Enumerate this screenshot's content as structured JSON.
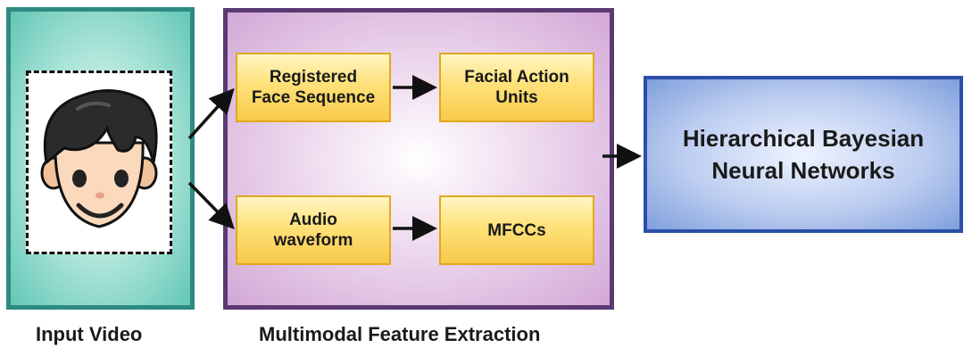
{
  "input_panel": {
    "caption": "Input Video",
    "icon": "face-icon"
  },
  "feature_panel": {
    "caption": "Multimodal Feature Extraction",
    "boxes": {
      "registered_face": "Registered\nFace Sequence",
      "facial_action_units": "Facial Action\nUnits",
      "audio_waveform": "Audio\nwaveform",
      "mfccs": "MFCCs"
    }
  },
  "output_panel": {
    "label": "Hierarchical Bayesian\nNeural Networks"
  },
  "colors": {
    "input_border": "#2e8a80",
    "feature_border": "#5b3a73",
    "box_border": "#e0a91b",
    "output_border": "#2a4fa8",
    "arrow": "#111111"
  }
}
